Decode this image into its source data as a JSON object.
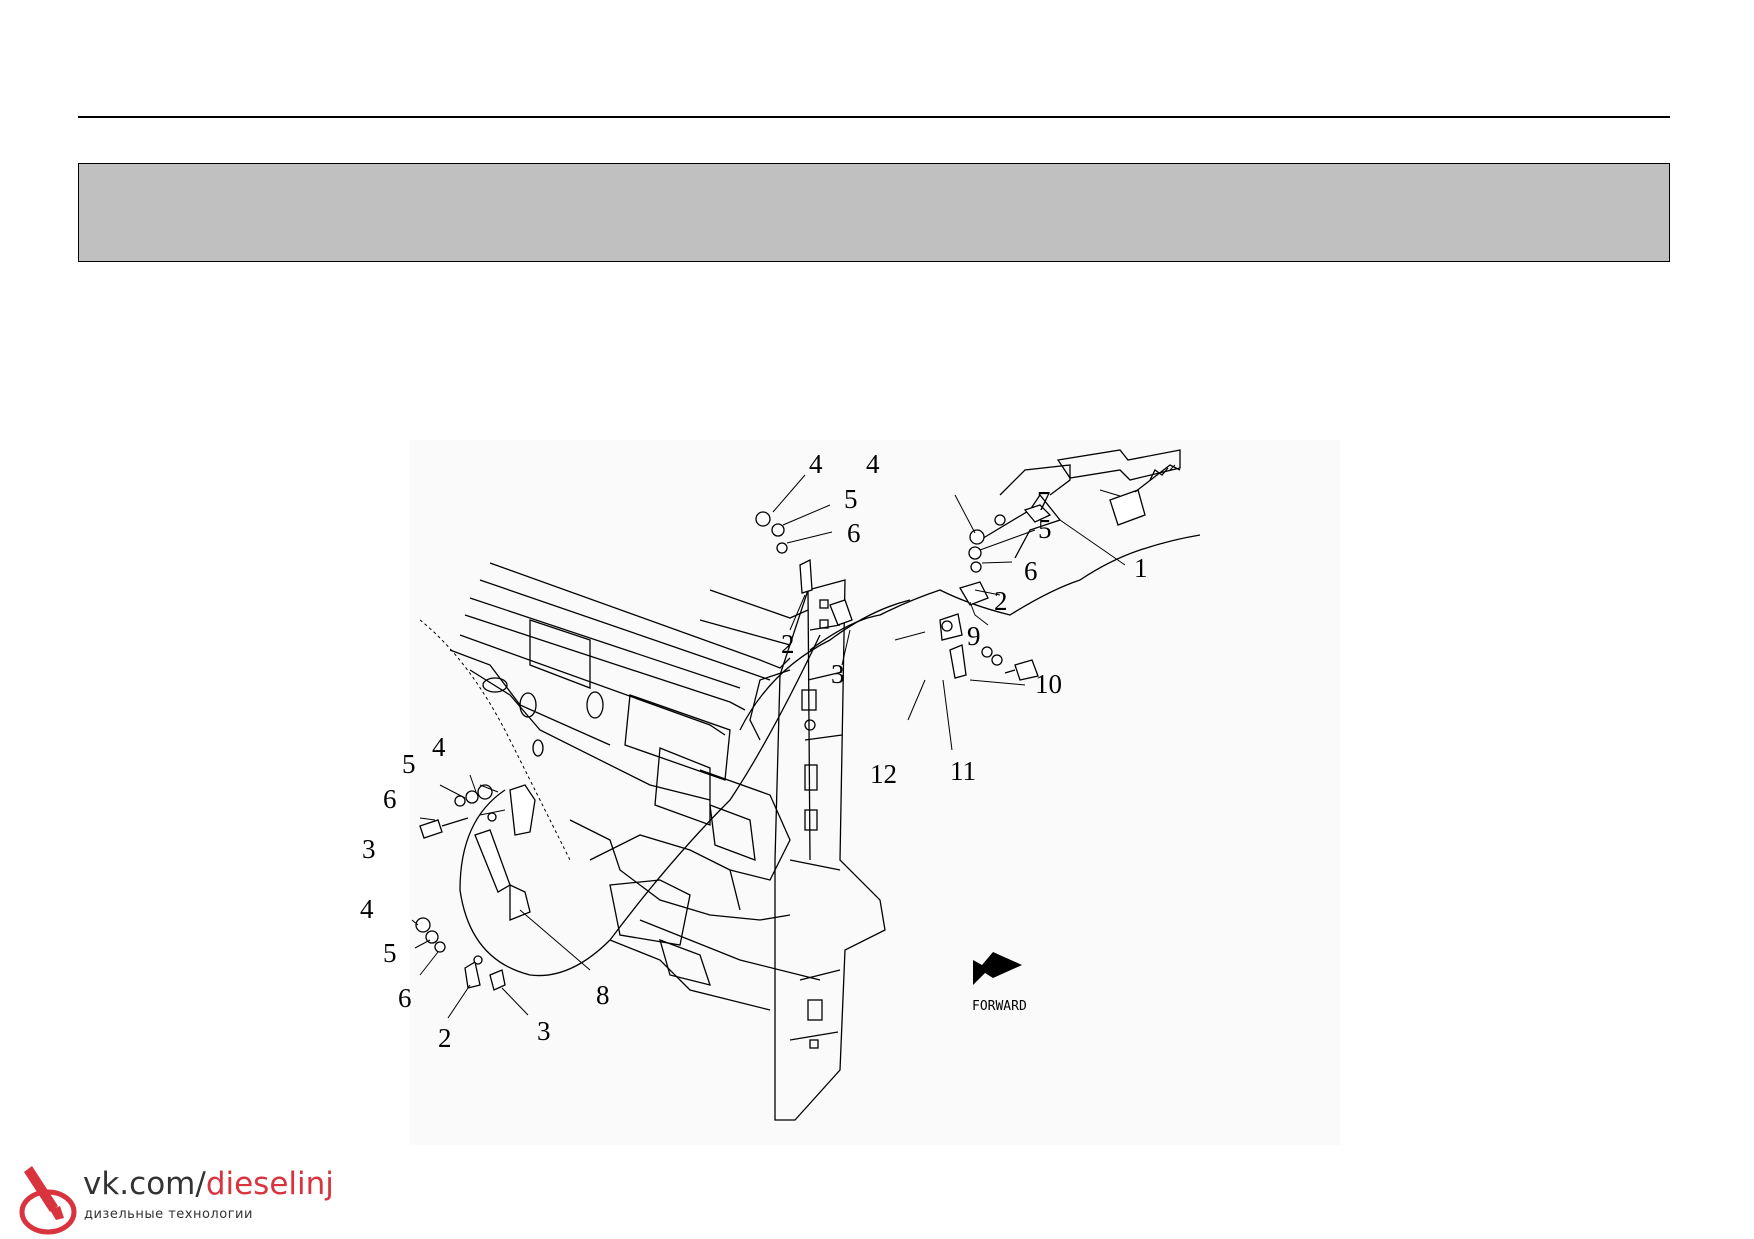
{
  "header": {
    "title": ""
  },
  "diagram": {
    "forward_label": "FORWARD",
    "callouts": {
      "c4a": "4",
      "c5a": "5",
      "c6a": "6",
      "c2a": "2",
      "c3a": "3",
      "c4b": "4",
      "c5b": "5",
      "c6b": "6",
      "c2b": "2",
      "c9": "9",
      "c7": "7",
      "c1": "1",
      "c3b": "3",
      "c12": "12",
      "c11": "11",
      "c10": "10",
      "c5c": "5",
      "c4c": "4",
      "c6c": "6",
      "c3c": "3",
      "c4d": "4",
      "c5d": "5",
      "c6d": "6",
      "c2c": "2",
      "c3d": "3",
      "c8": "8"
    }
  },
  "watermark": {
    "site_prefix": "vk.com/",
    "site_accent": "dieselinj",
    "subtitle": "дизельные технологии",
    "accent_color": "#d9343e"
  }
}
